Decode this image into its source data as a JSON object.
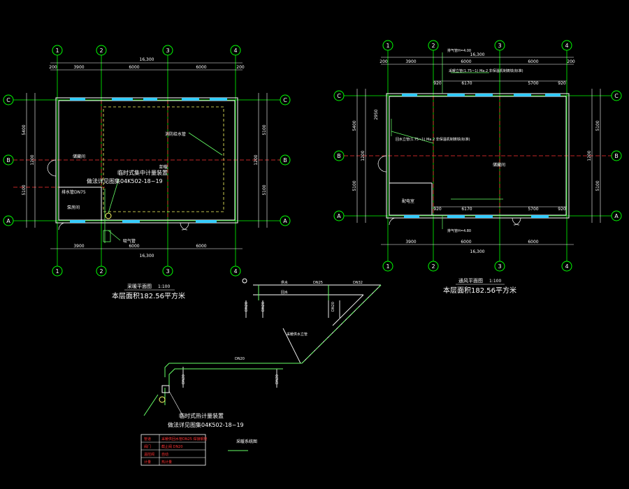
{
  "colors": {
    "background": "#000000",
    "axis": "#00ff00",
    "dim": "#ffffff",
    "wall": "#ff3333",
    "window": "#33ccff",
    "pipe": "#66ff66",
    "text_white": "#ffffff",
    "text_green": "#66ff66",
    "text_yellow": "#ffff66"
  },
  "left_plan": {
    "axes_x": [
      "1",
      "2",
      "3",
      "4"
    ],
    "axes_y": [
      "C",
      "B",
      "A"
    ],
    "total_width": "16,300",
    "spans": [
      "3900",
      "6000",
      "6000"
    ],
    "edge": "200",
    "vert_spans_left": [
      "5400",
      "5100"
    ],
    "vert_spans_right": [
      "5100",
      "5100"
    ],
    "vert_mid": "1200",
    "room_label_1": "储藏间",
    "room_label_2": "卸载",
    "room_label_3": "泵房间",
    "annotation_1": "临时式集中计量装置",
    "annotation_2": "做法详见图集04K502-18~19",
    "note_1": "消防给水管",
    "note_2": "排水管DN75",
    "note_3": "吸气管",
    "title": "采暖平面图",
    "scale": "1:100",
    "area": "本层面积182.56平方米"
  },
  "right_plan": {
    "axes_x": [
      "1",
      "2",
      "3",
      "4"
    ],
    "axes_y": [
      "C",
      "B",
      "A"
    ],
    "total_width": "16,300",
    "spans": [
      "3900",
      "6000",
      "6000"
    ],
    "edge": "200",
    "vert_spans_left": [
      "5400",
      "5100"
    ],
    "vert_spans_right": [
      "5100",
      "5100"
    ],
    "vert_mid": "1200",
    "dim_920a": "920",
    "dim_920b": "920",
    "dim_6170": "6170",
    "dim_5700": "5700",
    "dim_2950": "2950",
    "room_label_1": "储藏间",
    "room_label_2": "配电室",
    "note_top": "排气管H=4.00",
    "note_pipe1": "采暖立管(1.75~1)  Ma.2 非保温机制铸铁(标准)",
    "note_pipe2": "回水立管(1.75~1)  Ma.2 非保温机制铸铁(标准)",
    "note_bottom": "排气管H=4.80",
    "title": "通风平面图",
    "scale": "1:100",
    "area": "本层面积182.56平方米"
  },
  "system": {
    "label_supply": "供水",
    "label_return": "回水",
    "label_riser": "采暖供水立管",
    "label_dn": "DN25",
    "label_dn2": "DN20",
    "label_dn3": "DN32",
    "label_meter": "临时式热计量装置",
    "label_ref": "做法详见图集04K502-18~19",
    "legend_label": "采暖系统图"
  },
  "legend_table": {
    "rows": [
      [
        "管道",
        "采暖供回水管DN25 焊接钢管"
      ],
      [
        "阀门",
        "截止阀 DN20"
      ],
      [
        "温控阀",
        "自动"
      ],
      [
        "计量",
        "热计量"
      ]
    ]
  }
}
